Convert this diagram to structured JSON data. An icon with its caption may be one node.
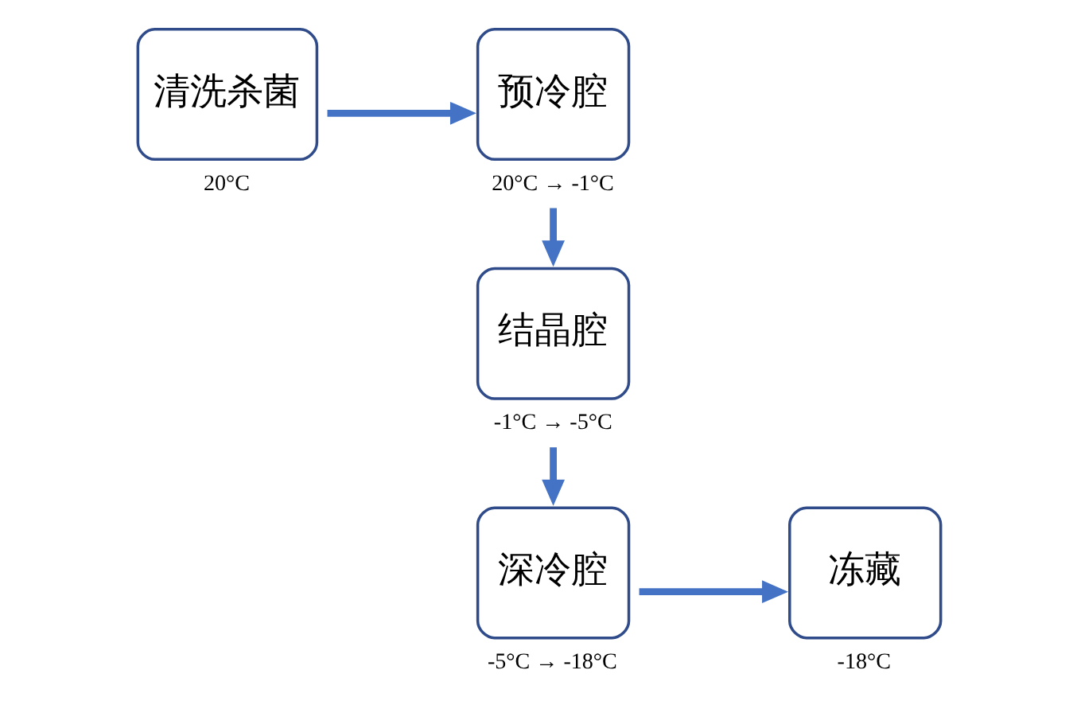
{
  "diagram": {
    "nodes": [
      {
        "text": [
          "清洗杀菌"
        ],
        "beside": [
          "20°C"
        ]
      },
      {
        "text": [
          "预冷腔"
        ],
        "beside": [
          "20°C → -1°C"
        ]
      },
      {
        "text": [
          "结晶腔"
        ],
        "beside": [
          "-1°C → -5°C"
        ]
      },
      {
        "text": [
          "深冷腔"
        ],
        "beside": [
          "-5°C → -18°C"
        ]
      },
      {
        "text": [
          "冻藏"
        ],
        "beside": [
          "-18°C"
        ]
      }
    ],
    "edges": [
      {
        "from": 0,
        "to": 1,
        "arrow": "to"
      },
      {
        "from": 1,
        "to": 2,
        "arrow": "to"
      },
      {
        "from": 2,
        "to": 3,
        "arrow": "to"
      },
      {
        "from": 3,
        "to": 4,
        "arrow": "to"
      }
    ]
  }
}
